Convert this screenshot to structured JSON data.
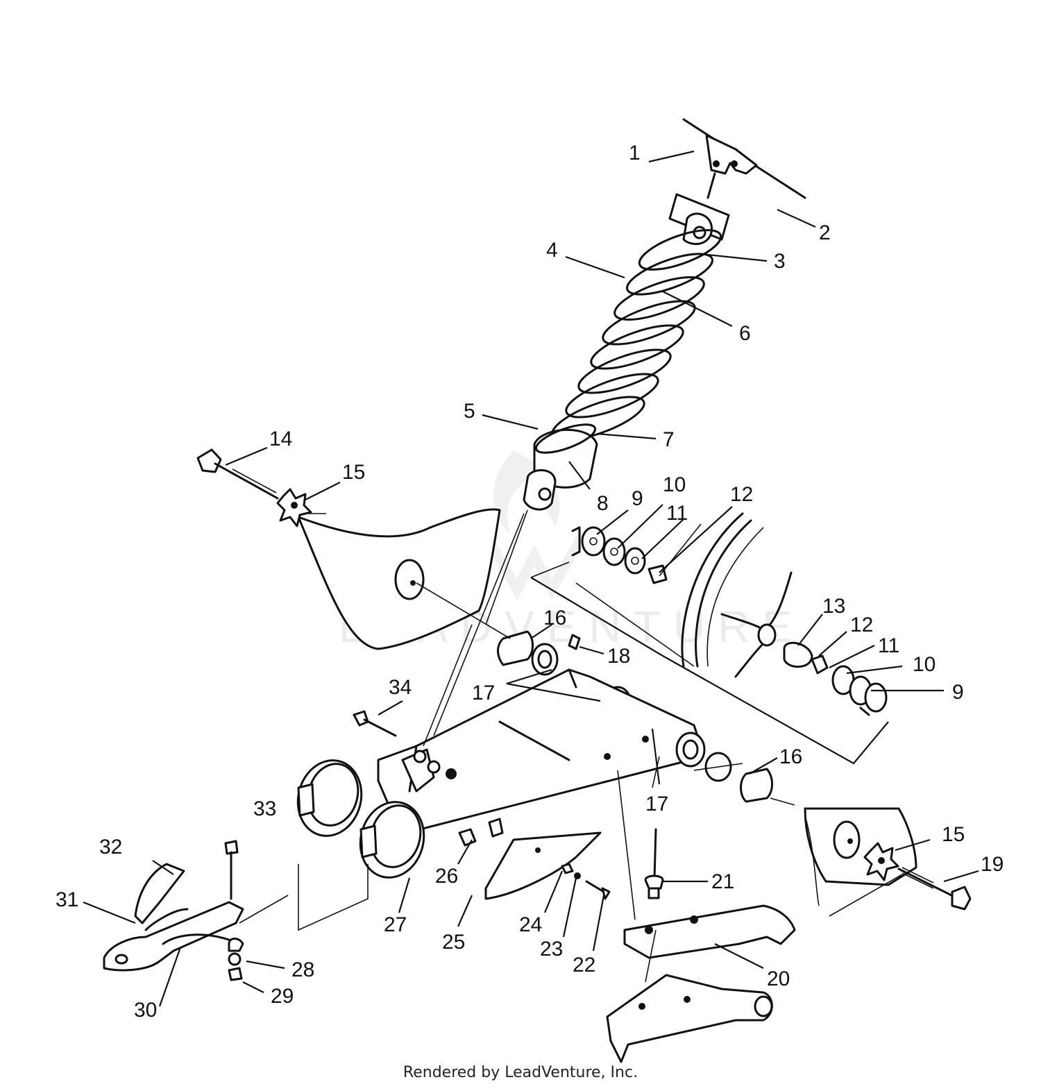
{
  "watermark": {
    "text": "LEADVENTURE"
  },
  "footer": {
    "text": "Rendered by LeadVenture, Inc."
  },
  "callouts": [
    {
      "id": "c1",
      "label": "1"
    },
    {
      "id": "c2",
      "label": "2"
    },
    {
      "id": "c3",
      "label": "3"
    },
    {
      "id": "c4",
      "label": "4"
    },
    {
      "id": "c5",
      "label": "5"
    },
    {
      "id": "c6",
      "label": "6"
    },
    {
      "id": "c7",
      "label": "7"
    },
    {
      "id": "c8",
      "label": "8"
    },
    {
      "id": "c9a",
      "label": "9"
    },
    {
      "id": "c10a",
      "label": "10"
    },
    {
      "id": "c11a",
      "label": "11"
    },
    {
      "id": "c12a",
      "label": "12"
    },
    {
      "id": "c13",
      "label": "13"
    },
    {
      "id": "c12b",
      "label": "12"
    },
    {
      "id": "c11b",
      "label": "11"
    },
    {
      "id": "c10b",
      "label": "10"
    },
    {
      "id": "c9b",
      "label": "9"
    },
    {
      "id": "c14",
      "label": "14"
    },
    {
      "id": "c15a",
      "label": "15"
    },
    {
      "id": "c16a",
      "label": "16"
    },
    {
      "id": "c18",
      "label": "18"
    },
    {
      "id": "c17a",
      "label": "17"
    },
    {
      "id": "c34",
      "label": "34"
    },
    {
      "id": "c16b",
      "label": "16"
    },
    {
      "id": "c17b",
      "label": "17"
    },
    {
      "id": "c33",
      "label": "33"
    },
    {
      "id": "c15b",
      "label": "15"
    },
    {
      "id": "c19",
      "label": "19"
    },
    {
      "id": "c32",
      "label": "32"
    },
    {
      "id": "c21",
      "label": "21"
    },
    {
      "id": "c26",
      "label": "26"
    },
    {
      "id": "c31",
      "label": "31"
    },
    {
      "id": "c27",
      "label": "27"
    },
    {
      "id": "c24",
      "label": "24"
    },
    {
      "id": "c25",
      "label": "25"
    },
    {
      "id": "c23",
      "label": "23"
    },
    {
      "id": "c22",
      "label": "22"
    },
    {
      "id": "c28",
      "label": "28"
    },
    {
      "id": "c20",
      "label": "20"
    },
    {
      "id": "c29",
      "label": "29"
    },
    {
      "id": "c30",
      "label": "30"
    }
  ]
}
